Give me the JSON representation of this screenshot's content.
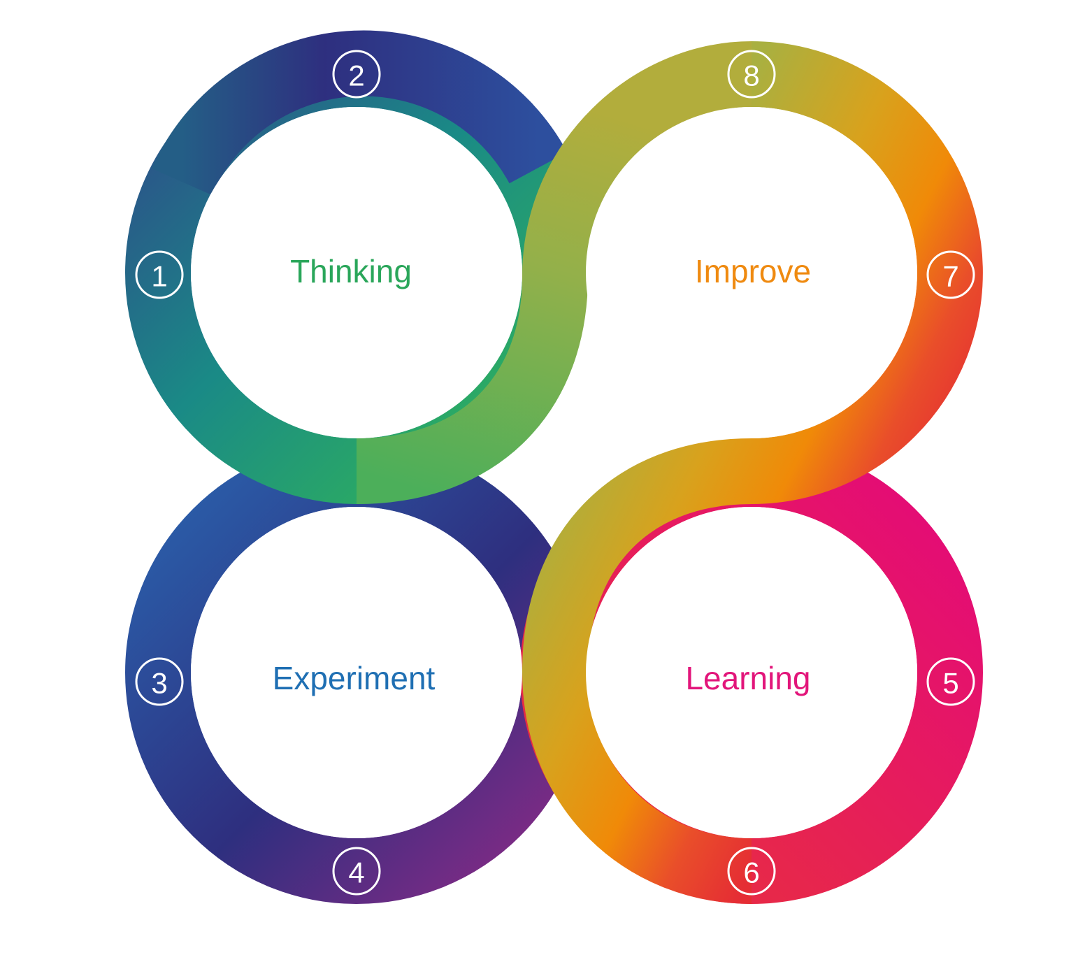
{
  "diagram": {
    "labels": {
      "thinking": "Thinking",
      "improve": "Improve",
      "experiment": "Experiment",
      "learning": "Learning"
    },
    "steps": [
      "1",
      "2",
      "3",
      "4",
      "5",
      "6",
      "7",
      "8"
    ],
    "colors": {
      "thinking_text": "#2aa65a",
      "improve_text": "#ef8a10",
      "experiment_text": "#1f6fb3",
      "learning_text": "#e2157a",
      "teal": "#1a8a86",
      "blue": "#2d4f9e",
      "navy": "#2e2f7f",
      "purple": "#7a2a86",
      "green": "#3bb063",
      "olive": "#a9b040",
      "gold": "#d8a21d",
      "orange": "#f08a08",
      "red_orange": "#e94e2a",
      "red": "#e52d34",
      "magenta": "#e4097a",
      "pink_red": "#e8234f"
    }
  }
}
